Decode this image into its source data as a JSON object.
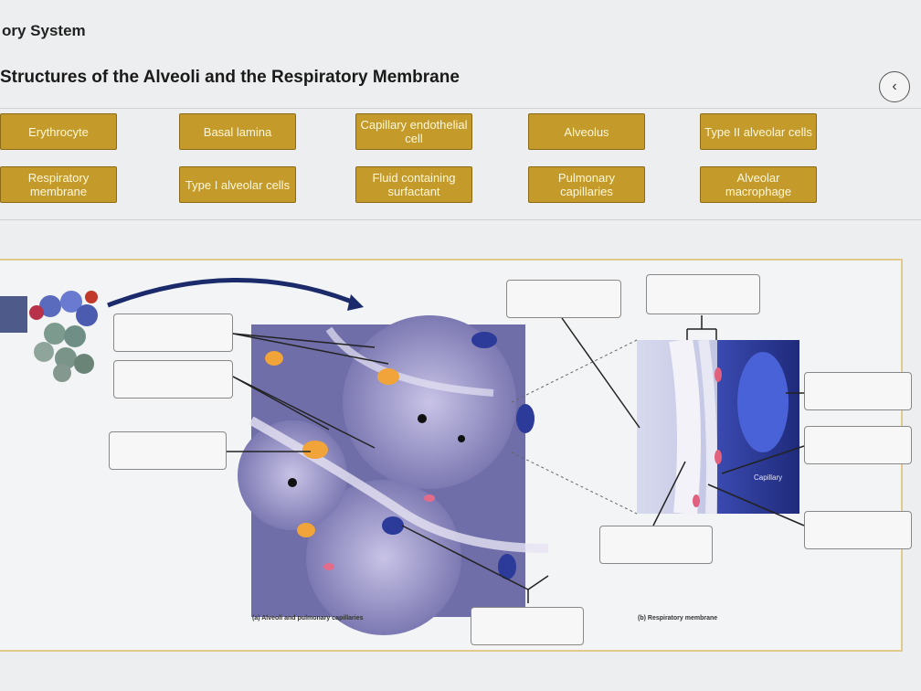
{
  "header": {
    "title": "ory System",
    "subtitle": "Structures of the Alveoli and the Respiratory Membrane"
  },
  "nav": {
    "back_icon": "chevron-left-icon",
    "back_glyph": "‹"
  },
  "labels": [
    {
      "id": "erythrocyte",
      "text": "Erythrocyte"
    },
    {
      "id": "basal-lamina",
      "text": "Basal lamina"
    },
    {
      "id": "capillary-endothelial-cell",
      "text": "Capillary endothelial cell"
    },
    {
      "id": "alveolus",
      "text": "Alveolus"
    },
    {
      "id": "type-ii-alveolar-cells",
      "text": "Type II alveolar cells"
    },
    {
      "id": "respiratory-membrane",
      "text": "Respiratory membrane"
    },
    {
      "id": "type-i-alveolar-cells",
      "text": "Type I alveolar cells"
    },
    {
      "id": "fluid-containing-surfactant",
      "text": "Fluid containing surfactant"
    },
    {
      "id": "pulmonary-capillaries",
      "text": "Pulmonary capillaries"
    },
    {
      "id": "alveolar-macrophage",
      "text": "Alveolar macrophage"
    }
  ],
  "figure": {
    "caption_a": "(a) Alveoli and pulmonary capillaries",
    "caption_b": "(b) Respiratory membrane",
    "capillary_label": "Capillary"
  },
  "colors": {
    "chip_fill": "#c49a2a",
    "chip_border": "#8c6a14",
    "panel_border": "#e2c98c",
    "vessel_blue": "#3b4fa8"
  }
}
